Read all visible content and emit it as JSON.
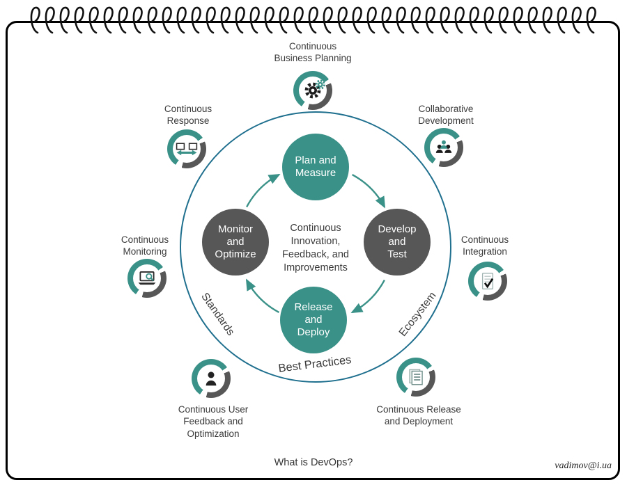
{
  "colors": {
    "teal": "#3a9188",
    "gray": "#575757",
    "circle_border": "#1f6f8e",
    "ink": "#3a3a3a"
  },
  "page": {
    "caption": "What is DevOps?",
    "credit": "vadimov@i.ua"
  },
  "center_text": "Continuous\nInnovation,\nFeedback, and\nImprovements",
  "cycle_nodes": [
    {
      "id": "plan-and-measure",
      "label": "Plan and\nMeasure",
      "color": "teal"
    },
    {
      "id": "develop-and-test",
      "label": "Develop\nand\nTest",
      "color": "gray"
    },
    {
      "id": "release-and-deploy",
      "label": "Release\nand\nDeploy",
      "color": "teal"
    },
    {
      "id": "monitor-and-optimize",
      "label": "Monitor\nand\nOptimize",
      "color": "gray"
    }
  ],
  "ring_labels": {
    "left": "Standards",
    "right": "Ecosystem",
    "bottom": "Best Practices"
  },
  "satellites": [
    {
      "label": "Continuous\nBusiness Planning",
      "icon": "gears-icon"
    },
    {
      "label": "Collaborative\nDevelopment",
      "icon": "team-icon"
    },
    {
      "label": "Continuous\nIntegration",
      "icon": "checklist-icon"
    },
    {
      "label": "Continuous Release\nand Deployment",
      "icon": "document-icon"
    },
    {
      "label": "Continuous User\nFeedback and\nOptimization",
      "icon": "user-icon"
    },
    {
      "label": "Continuous\nMonitoring",
      "icon": "laptop-monitoring-icon"
    },
    {
      "label": "Continuous\nResponse",
      "icon": "sync-screens-icon"
    }
  ]
}
